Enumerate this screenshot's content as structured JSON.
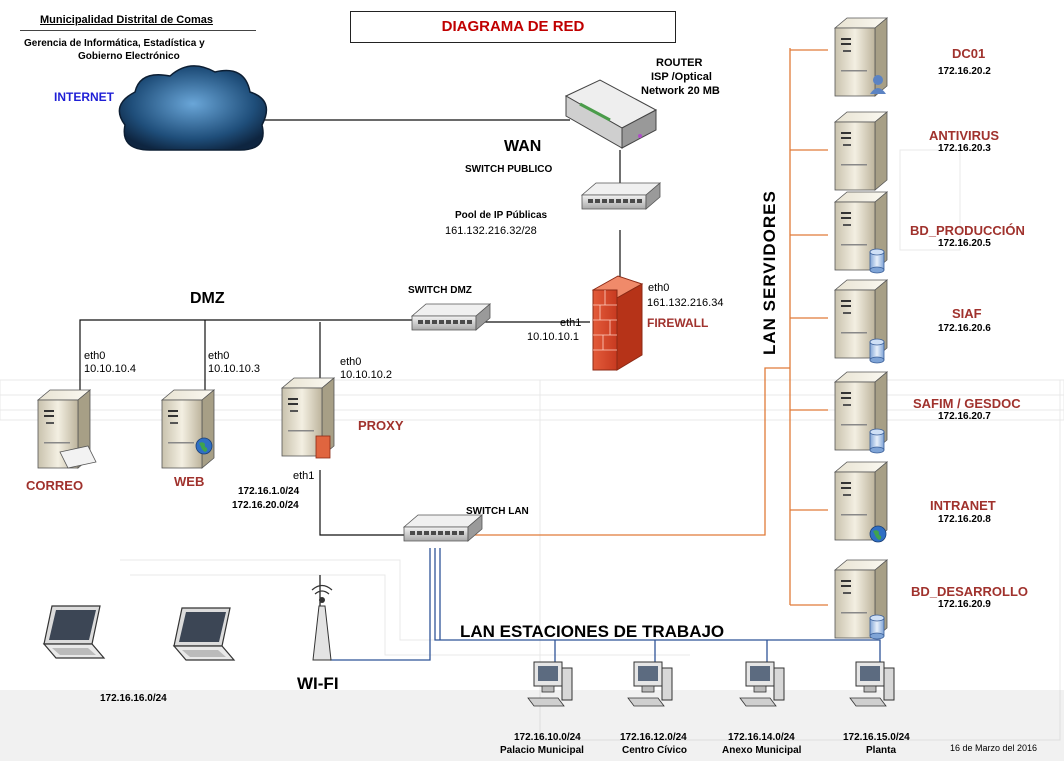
{
  "header": {
    "org": "Municipalidad Distrital de Comas",
    "dept_line1": "Gerencia de Informática, Estadística y",
    "dept_line2": "Gobierno Electrónico"
  },
  "title": "DIAGRAMA DE RED",
  "internet": {
    "label": "INTERNET"
  },
  "router": {
    "line1": "ROUTER",
    "line2": "ISP /Optical",
    "line3": "Network 20 MB"
  },
  "wan": {
    "label": "WAN",
    "switch_label": "SWITCH PUBLICO",
    "pool_label": "Pool de IP Públicas",
    "pool_value": "161.132.216.32/28"
  },
  "firewall": {
    "label": "FIREWALL",
    "eth0": "eth0",
    "eth0_ip": "161.132.216.34",
    "eth1": "eth1",
    "eth1_ip": "10.10.10.1"
  },
  "dmz": {
    "label": "DMZ",
    "switch_label": "SWITCH DMZ",
    "servers": [
      {
        "name": "CORREO",
        "iface": "eth0",
        "ip": "10.10.10.4"
      },
      {
        "name": "WEB",
        "iface": "eth0",
        "ip": "10.10.10.3"
      },
      {
        "name": "PROXY",
        "iface": "eth0",
        "ip": "10.10.10.2"
      }
    ],
    "proxy_eth1": "eth1",
    "proxy_net1": "172.16.1.0/24",
    "proxy_net2": "172.16.20.0/24"
  },
  "lan": {
    "switch_label": "SWITCH LAN",
    "servers_label": "LAN  SERVIDORES",
    "stations_label": "LAN  ESTACIONES DE TRABAJO"
  },
  "servers": [
    {
      "name": "DC01",
      "ip": "172.16.20.2"
    },
    {
      "name": "ANTIVIRUS",
      "ip": "172.16.20.3"
    },
    {
      "name": "BD_PRODUCCIÓN",
      "ip": "172.16.20.5"
    },
    {
      "name": "SIAF",
      "ip": "172.16.20.6"
    },
    {
      "name": "SAFIM / GESDOC",
      "ip": "172.16.20.7"
    },
    {
      "name": "INTRANET",
      "ip": "172.16.20.8"
    },
    {
      "name": "BD_DESARROLLO",
      "ip": "172.16.20.9"
    }
  ],
  "wifi": {
    "label": "WI-FI",
    "network": "172.16.16.0/24"
  },
  "stations": [
    {
      "net": "172.16.10.0/24",
      "place": "Palacio Municipal"
    },
    {
      "net": "172.16.12.0/24",
      "place": "Centro Cívico"
    },
    {
      "net": "172.16.14.0/24",
      "place": "Anexo Municipal"
    },
    {
      "net": "172.16.15.0/24",
      "place": "Planta"
    }
  ],
  "date": "16 de  Marzo del 2016",
  "colors": {
    "orange_line": "#e07b39",
    "blue_line": "#2f5597",
    "title_red": "#c00000",
    "label_red": "#a0322d",
    "internet_blue": "#1f1fd6"
  },
  "icons": [
    "cloud-icon",
    "router-icon",
    "switch-icon",
    "firewall-icon",
    "server-icon",
    "laptop-icon",
    "wifi-antenna-icon",
    "workstation-icon"
  ]
}
